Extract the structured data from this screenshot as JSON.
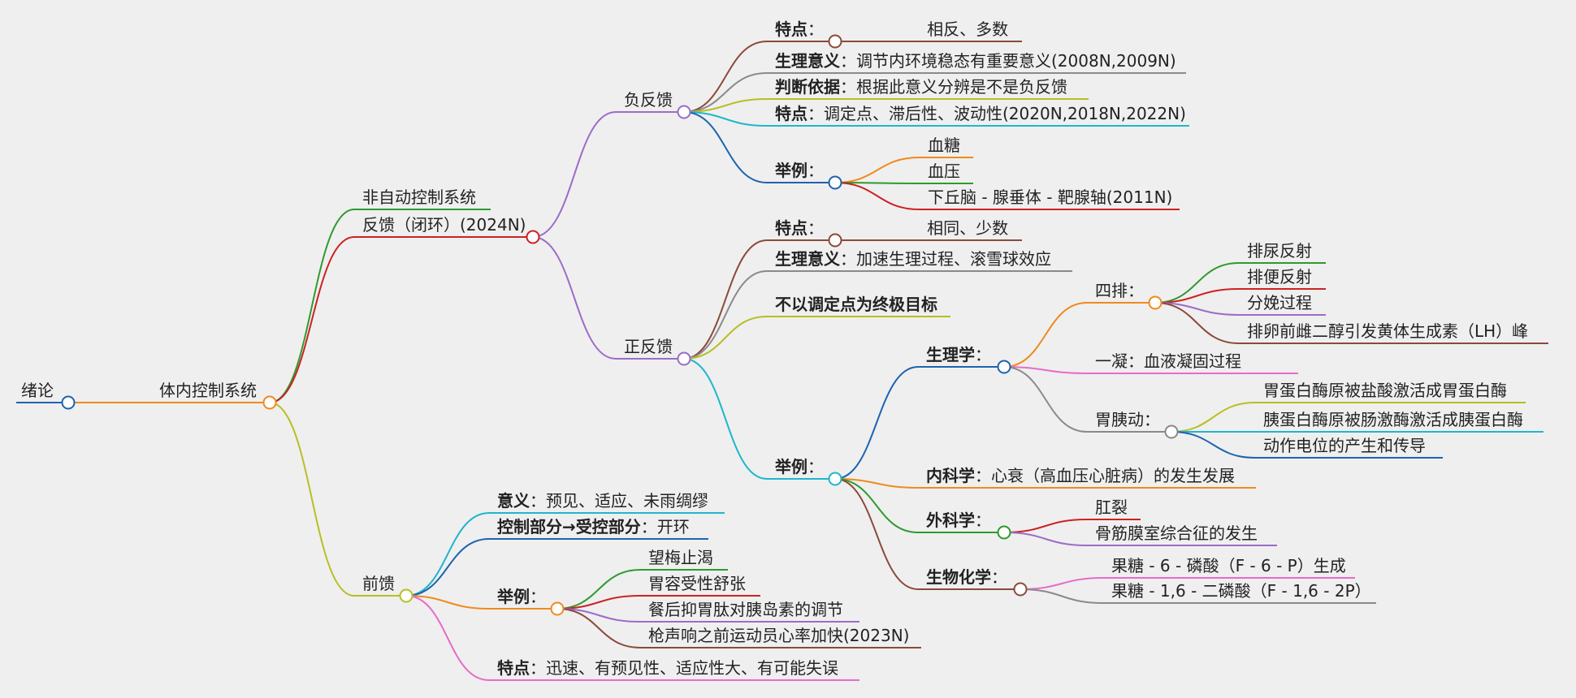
{
  "colors": {
    "background": "#efefef",
    "blue": "#1e63b0",
    "orange": "#f08a1c",
    "green": "#2e9a2e",
    "red": "#cc2222",
    "purple": "#9b6cc8",
    "olive": "#b8be22",
    "brown": "#8b4a3a",
    "gray": "#8a8a8a",
    "cyan": "#1fb6cc",
    "pink": "#e76bc8"
  },
  "nodes": {
    "root": "绪论",
    "system": "体内控制系统",
    "nonauto": "非自动控制系统",
    "feedback": "反馈（闭环）(2024N)",
    "neg": "负反馈",
    "neg_trait": {
      "b": "特点",
      "t": "：                    相反、多数"
    },
    "neg_sig": {
      "b": "生理意义",
      "t": "：调节内环境稳态有重要意义(2008N,2009N)"
    },
    "neg_judge": {
      "b": "判断依据",
      "t": "：根据此意义分辨是不是负反馈"
    },
    "neg_trait2": {
      "b": "特点",
      "t": "：调定点、滞后性、波动性(2020N,2018N,2022N)"
    },
    "neg_ex": {
      "b": "举例",
      "t": "："
    },
    "neg_ex1": "血糖",
    "neg_ex2": "血压",
    "neg_ex3": "下丘脑 - 腺垂体 - 靶腺轴(2011N)",
    "pos": "正反馈",
    "pos_trait": {
      "b": "特点",
      "t": "：                    相同、少数"
    },
    "pos_sig": {
      "b": "生理意义",
      "t": "：加速生理过程、滚雪球效应"
    },
    "pos_goal": {
      "b": "不以调定点为终极目标",
      "t": ""
    },
    "pos_ex": {
      "b": "举例",
      "t": "："
    },
    "physio": {
      "b": "生理学",
      "t": "："
    },
    "four": "四排：",
    "four1": "排尿反射",
    "four2": "排便反射",
    "four3": "分娩过程",
    "four4": "排卵前雌二醇引发黄体生成素（LH）峰",
    "coag": "一凝：血液凝固过程",
    "panc": "胃胰动：",
    "panc1": "胃蛋白酶原被盐酸激活成胃蛋白酶",
    "panc2": "胰蛋白酶原被肠激酶激活成胰蛋白酶",
    "panc3": "动作电位的产生和传导",
    "internal": {
      "b": "内科学",
      "t": "：心衰（高血压心脏病）的发生发展"
    },
    "surg": {
      "b": "外科学",
      "t": "："
    },
    "surg1": "肛裂",
    "surg2": "骨筋膜室综合征的发生",
    "biochem": {
      "b": "生物化学",
      "t": "："
    },
    "bio1": "果糖 - 6 - 磷酸（F - 6 - P）生成",
    "bio2": "果糖 - 1,6 - 二磷酸（F - 1,6 - 2P）",
    "ff": "前馈",
    "ff_mean": {
      "b": "意义",
      "t": "：预见、适应、未雨绸缪"
    },
    "ff_ctrl": {
      "b": "控制部分→受控部分",
      "t": "：开环"
    },
    "ff_ex": {
      "b": "举例",
      "t": "："
    },
    "ff_ex1": "望梅止渴",
    "ff_ex2": "胃容受性舒张",
    "ff_ex3": "餐后抑胃肽对胰岛素的调节",
    "ff_ex4": "枪声响之前运动员心率加快(2023N)",
    "ff_trait": {
      "b": "特点",
      "t": "：迅速、有预见性、适应性大、有可能失误"
    }
  }
}
